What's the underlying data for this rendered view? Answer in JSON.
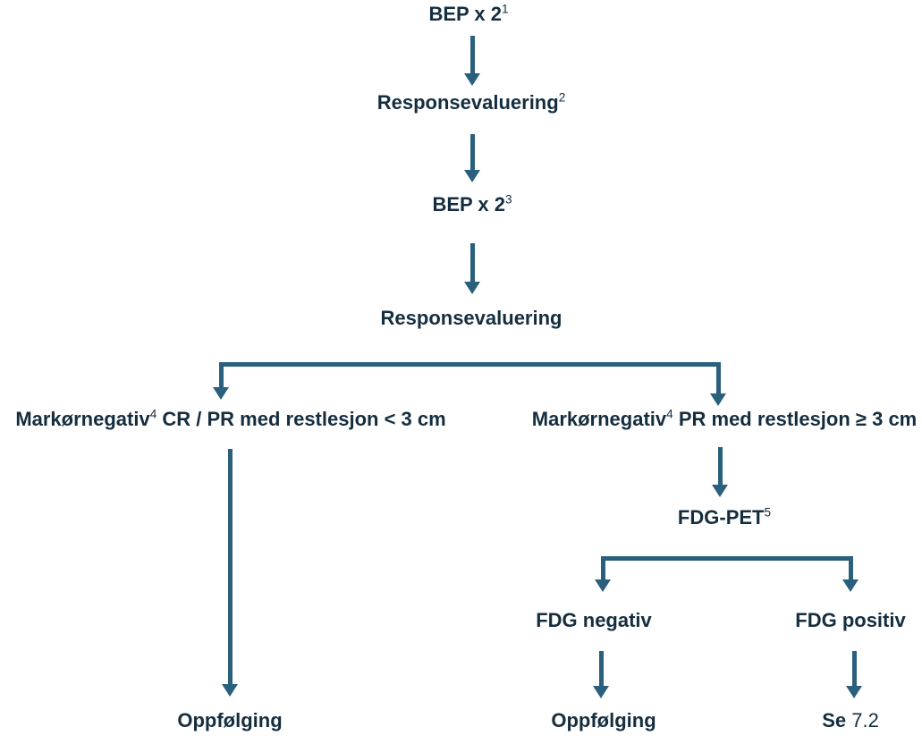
{
  "diagram": {
    "type": "flowchart",
    "language": "Norwegian",
    "colors": {
      "text": "#152e3f",
      "arrow": "#2a607e",
      "background": "#ffffff"
    },
    "nodes": {
      "bep1": {
        "text": "BEP x 2",
        "sup": "1"
      },
      "response_eval_1": {
        "text": "Responsevaluering",
        "sup": "2"
      },
      "bep2": {
        "text": "BEP x 2",
        "sup": "3"
      },
      "response_eval_2": {
        "text": "Responsevaluering",
        "sup": ""
      },
      "left_branch": {
        "pre": "Markørnegativ",
        "sup": "4",
        "post": " CR / PR med restlesjon < 3 cm"
      },
      "right_branch": {
        "pre": "Markørnegativ",
        "sup": "4",
        "post": " PR med restlesjon ≥ 3 cm"
      },
      "fdg_pet": {
        "text": "FDG-PET",
        "sup": "5"
      },
      "fdg_negative": {
        "text": "FDG negativ"
      },
      "fdg_positive": {
        "text": "FDG positiv"
      },
      "followup_left": {
        "text": "Oppfølging"
      },
      "followup_mid": {
        "text": "Oppfølging"
      },
      "see_ref": {
        "bold": "Se",
        "ref": " 7.2"
      }
    },
    "edges": [
      "BEP x 2 (1) -> Responsevaluering (2)",
      "Responsevaluering (2) -> BEP x 2 (3)",
      "BEP x 2 (3) -> Responsevaluering",
      "Responsevaluering -> Markørnegativ (4) CR / PR med restlesjon < 3 cm",
      "Responsevaluering -> Markørnegativ (4) PR med restlesjon ≥ 3 cm",
      "Markørnegativ CR / PR med restlesjon < 3 cm -> Oppfølging",
      "Markørnegativ PR med restlesjon ≥ 3 cm -> FDG-PET (5)",
      "FDG-PET (5) -> FDG negativ",
      "FDG-PET (5) -> FDG positiv",
      "FDG negativ -> Oppfølging",
      "FDG positiv -> Se 7.2"
    ]
  }
}
